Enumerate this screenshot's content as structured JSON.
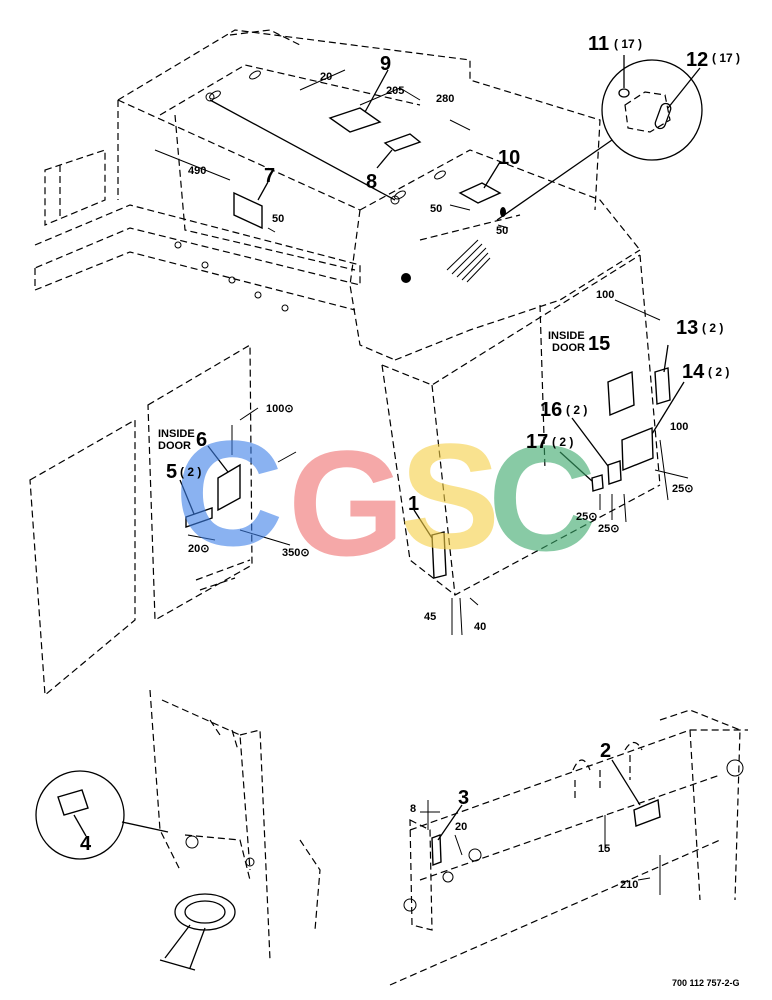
{
  "callouts": {
    "c1": "1",
    "c2": "2",
    "c3": "3",
    "c4": "4",
    "c5": "5",
    "c6": "6",
    "c7": "7",
    "c8": "8",
    "c9": "9",
    "c10": "10",
    "c11": "11",
    "c12": "12",
    "c13": "13",
    "c14": "14",
    "c15": "15",
    "c16": "16",
    "c17": "17"
  },
  "quantities": {
    "q5": "( 2 )",
    "q11": "( 17 )",
    "q12": "( 17 )",
    "q13": "( 2 )",
    "q14": "( 2 )",
    "q16": "( 2 )",
    "q17": "( 2 )"
  },
  "dimensions": {
    "d20_top": "20",
    "d205": "205",
    "d280": "280",
    "d490": "490",
    "d50_a": "50",
    "d50_b": "50",
    "d50_c": "50",
    "d100_left": "100⊙",
    "d20_left": "20⊙",
    "d350": "350⊙",
    "d45": "45",
    "d40": "40",
    "d100_right_top": "100",
    "d100_right": "100",
    "d25_a": "25⊙",
    "d25_b": "25⊙",
    "d25_c": "25⊙",
    "d8": "8",
    "d20_bottom": "20",
    "d15": "15",
    "d210": "210"
  },
  "notes": {
    "inside_door_left_1": "INSIDE",
    "inside_door_left_2": "DOOR",
    "inside_door_right_1": "INSIDE",
    "inside_door_right_2": "DOOR"
  },
  "watermark": {
    "letters": [
      "C",
      "G",
      "S",
      "C"
    ],
    "colors": [
      "#3d7fe8",
      "#ef6f6f",
      "#f6d046",
      "#3aa86a"
    ]
  },
  "part_number": "700 112 757-2-G"
}
